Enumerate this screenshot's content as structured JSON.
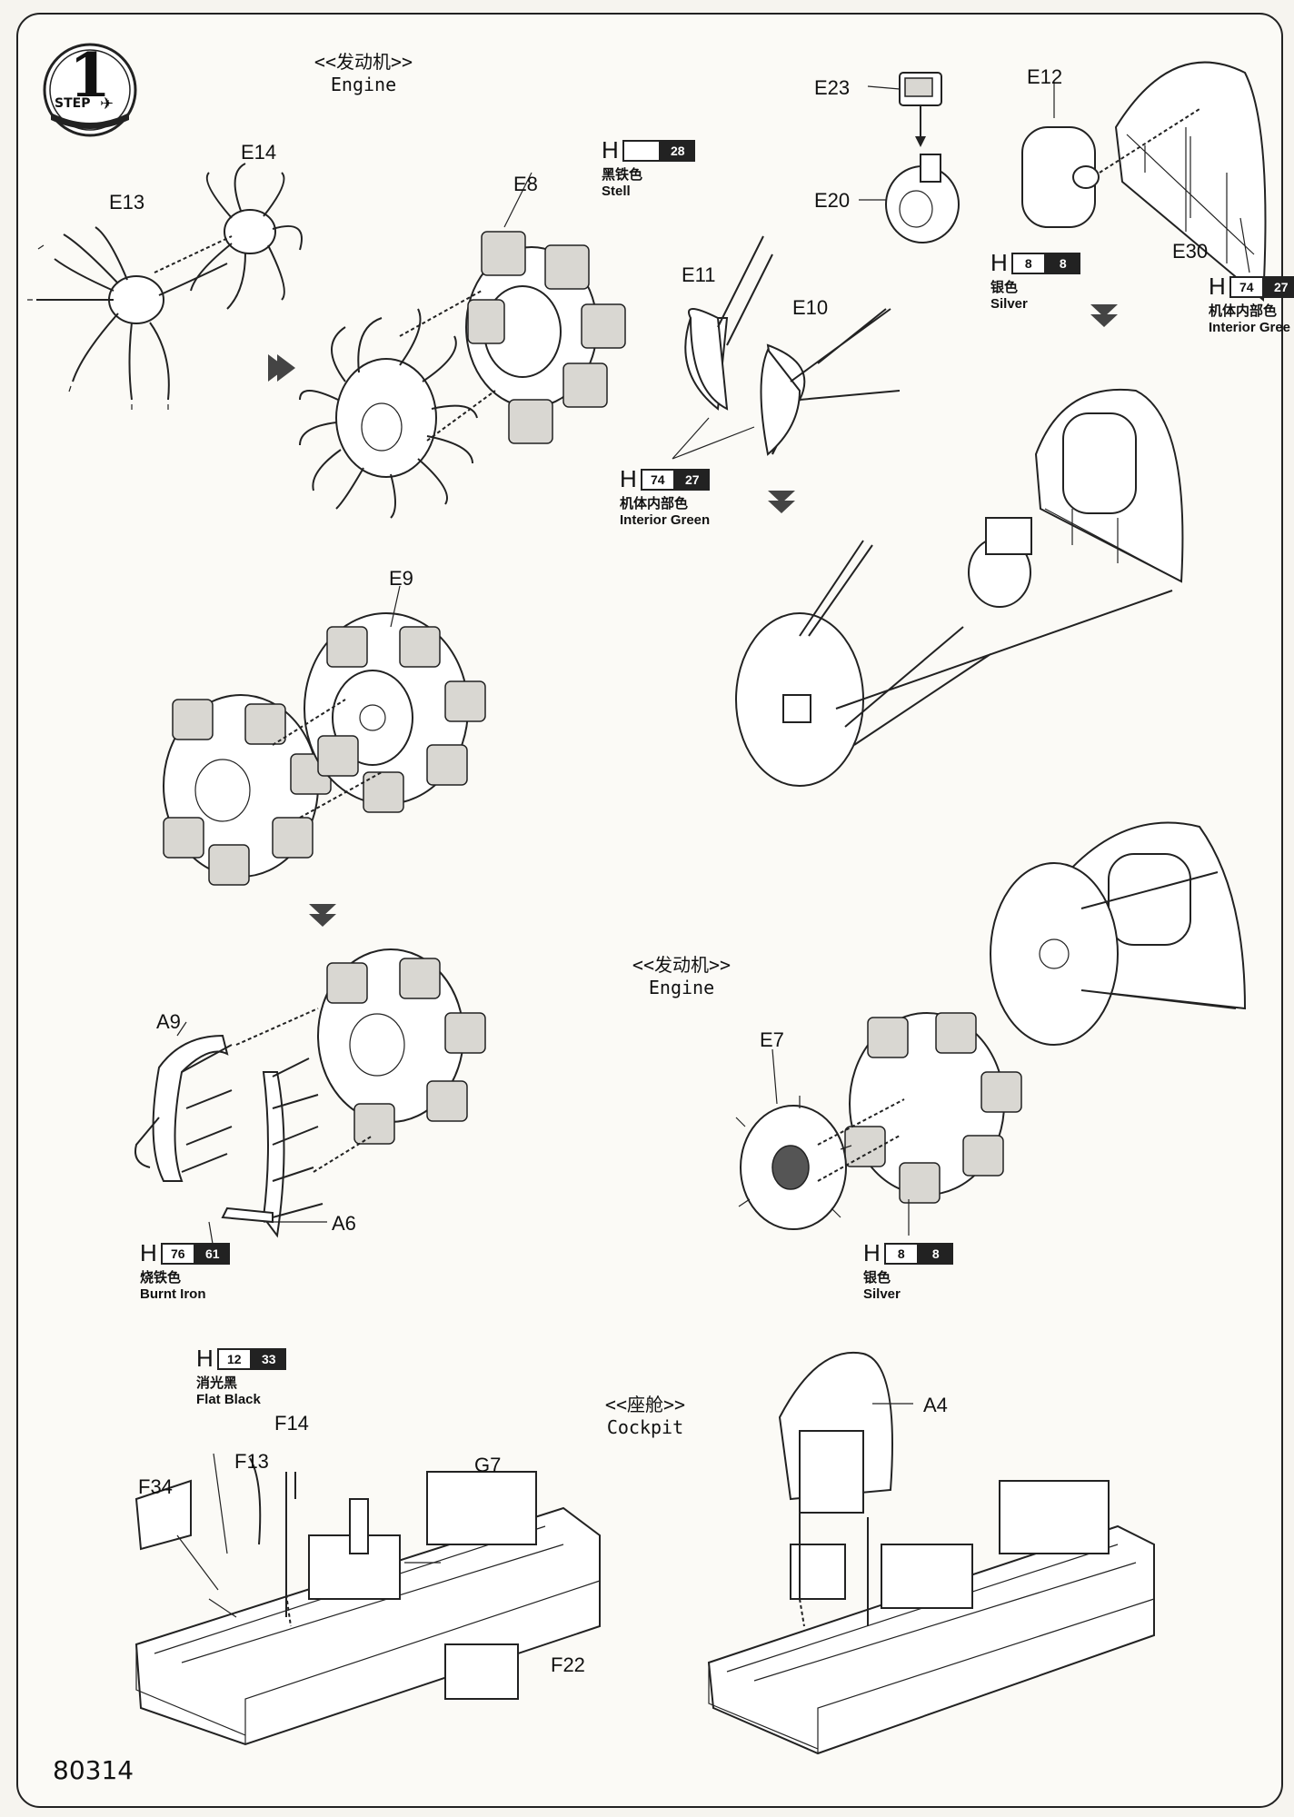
{
  "step": {
    "number": "1",
    "label": "STEP"
  },
  "sections": {
    "engine_top": {
      "cn": "<<发动机>>",
      "en": "Engine"
    },
    "engine_mid": {
      "cn": "<<发动机>>",
      "en": "Engine"
    },
    "cockpit": {
      "cn": "<<座舱>>",
      "en": "Cockpit"
    }
  },
  "parts": {
    "E13": "E13",
    "E14": "E14",
    "E8": "E8",
    "E23": "E23",
    "E20": "E20",
    "E12": "E12",
    "E11": "E11",
    "E10": "E10",
    "E30": "E30",
    "E9": "E9",
    "A9": "A9",
    "A6": "A6",
    "E7": "E7",
    "F34": "F34",
    "F14": "F14",
    "F13": "F13",
    "G7": "G7",
    "F22": "F22",
    "A4": "A4"
  },
  "paints": {
    "stell": {
      "h": "H",
      "code_white": "",
      "code_black": "28",
      "cn": "黑铁色",
      "en": "Stell"
    },
    "silver_top": {
      "h": "H",
      "code_white": "8",
      "code_black": "8",
      "cn": "银色",
      "en": "Silver"
    },
    "interior_right": {
      "h": "H",
      "code_white": "74",
      "code_black": "27",
      "cn": "机体内部色",
      "en": "Interior Gree"
    },
    "interior_mid": {
      "h": "H",
      "code_white": "74",
      "code_black": "27",
      "cn": "机体内部色",
      "en": "Interior Green"
    },
    "burnt_iron": {
      "h": "H",
      "code_white": "76",
      "code_black": "61",
      "cn": "烧铁色",
      "en": "Burnt Iron"
    },
    "silver_mid": {
      "h": "H",
      "code_white": "8",
      "code_black": "8",
      "cn": "银色",
      "en": "Silver"
    },
    "flat_black": {
      "h": "H",
      "code_white": "12",
      "code_black": "33",
      "cn": "消光黑",
      "en": "Flat Black"
    }
  },
  "footer": {
    "kit_number": "80314"
  }
}
